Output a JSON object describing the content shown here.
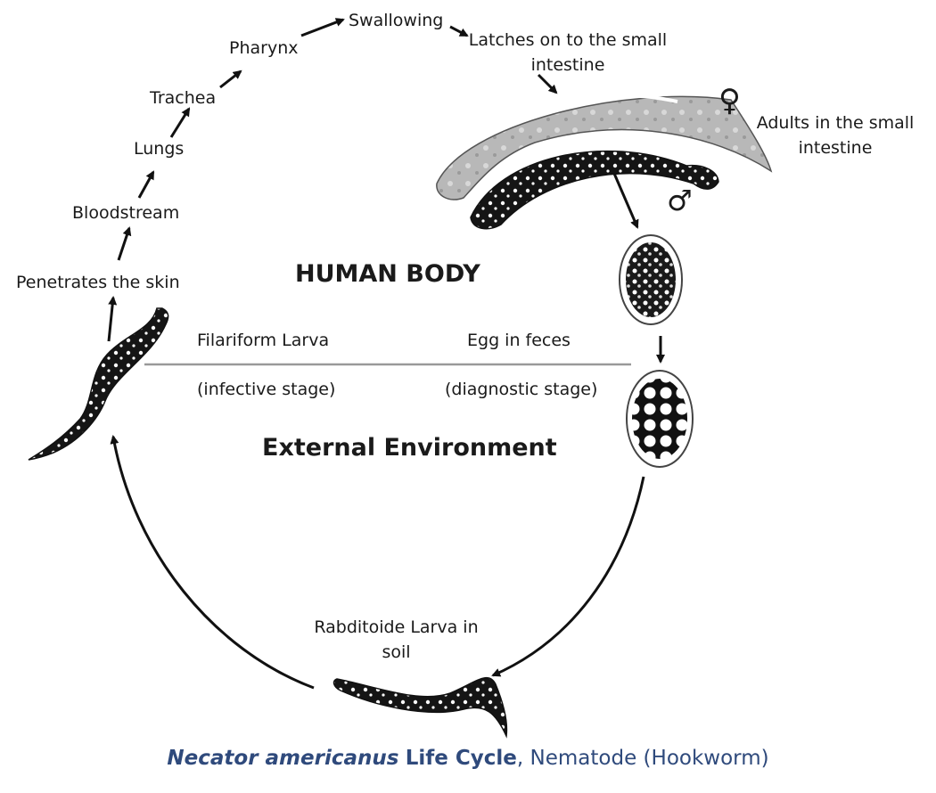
{
  "labels": {
    "swallowing": "Swallowing",
    "latches": "Latches on to the small intestine",
    "pharynx": "Pharynx",
    "trachea": "Trachea",
    "lungs": "Lungs",
    "bloodstream": "Bloodstream",
    "penetrates": "Penetrates the skin",
    "adults": "Adults in the small intestine",
    "filariform": "Filariform Larva",
    "infective": "(infective stage)",
    "egg": "Egg in feces",
    "diagnostic": "(diagnostic stage)",
    "rabditoide": "Rabditoide Larva in soil"
  },
  "zones": {
    "human_body": "HUMAN BODY",
    "external": "External Environment"
  },
  "symbols": {
    "female": "♀",
    "male": "♂"
  },
  "caption": {
    "genus": "Necator americanus",
    "life_cycle": "Life Cycle",
    "rest": ", Nematode (Hookworm)"
  },
  "colors": {
    "caption": "#2f4a7c",
    "divider": "#999999"
  }
}
